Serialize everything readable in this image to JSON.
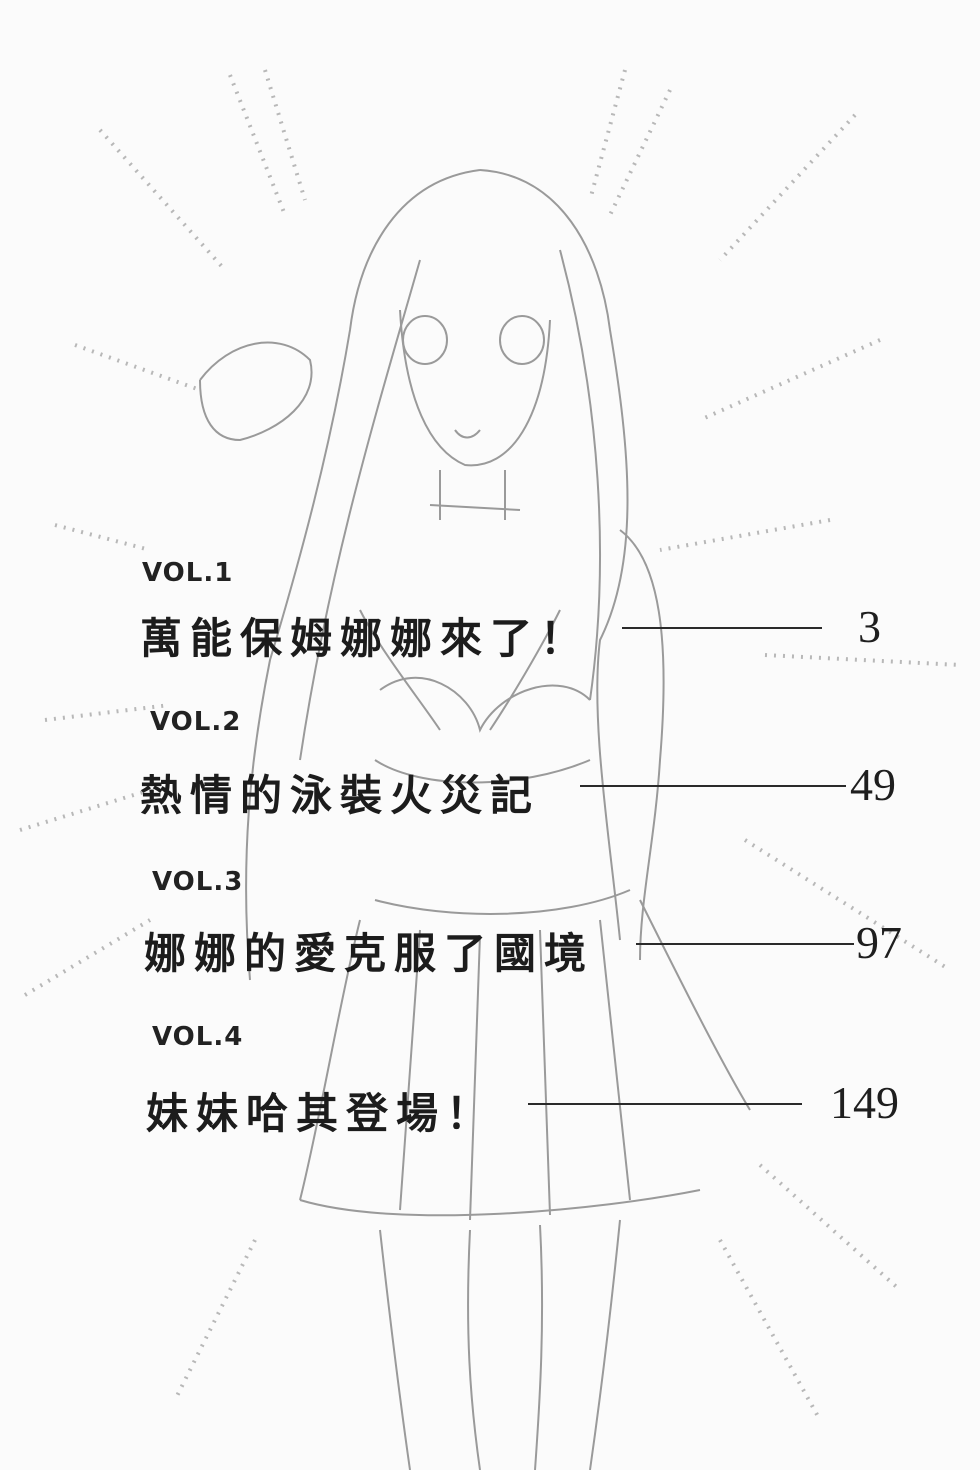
{
  "toc": [
    {
      "vol": "VOL.1",
      "title": "萬能保姆娜娜來了！",
      "page": "3"
    },
    {
      "vol": "VOL.2",
      "title": "熱情的泳裝火災記",
      "page": "49"
    },
    {
      "vol": "VOL.3",
      "title": "娜娜的愛克服了國境",
      "page": "97"
    },
    {
      "vol": "VOL.4",
      "title": "妹妹哈其登場！",
      "page": "149"
    }
  ]
}
